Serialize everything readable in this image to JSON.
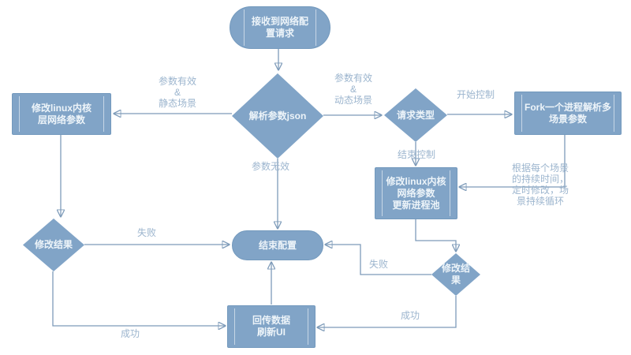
{
  "colors": {
    "shape_fill": "#81A4C7",
    "shape_text": "#EDF4F9",
    "line": "#7E9BB9",
    "edge_label": "#9CB5CE",
    "background": "#FFFFFF"
  },
  "nodes": {
    "start": {
      "label": "接收到网络配\n置请求"
    },
    "parse_json": {
      "label": "解析参数json"
    },
    "modify_kernel_static": {
      "label": "修改linux内核\n层网络参数"
    },
    "request_type": {
      "label": "请求类型"
    },
    "fork_process": {
      "label": "Fork一个进程解析多\n场景参数"
    },
    "modify_kernel_dynamic": {
      "label": "修改linux内核\n网络参数\n更新进程池"
    },
    "result_left": {
      "label": "修改结果"
    },
    "end_config": {
      "label": "结束配置"
    },
    "feedback_ui": {
      "label": "回传数据\n刷新UI"
    },
    "result_right": {
      "label": "修改结\n果"
    }
  },
  "edge_labels": {
    "valid_static": "参数有效\n&\n静态场景",
    "valid_dynamic": "参数有效\n&\n动态场景",
    "start_control": "开始控制",
    "end_control": "结束控制",
    "invalid_params": "参数无效",
    "fail_left": "失败",
    "success_left": "成功",
    "fail_right": "失败",
    "success_right": "成功",
    "loop_note": "根据每个场景\n的持续时间，\n定时修改，场\n景持续循环"
  }
}
